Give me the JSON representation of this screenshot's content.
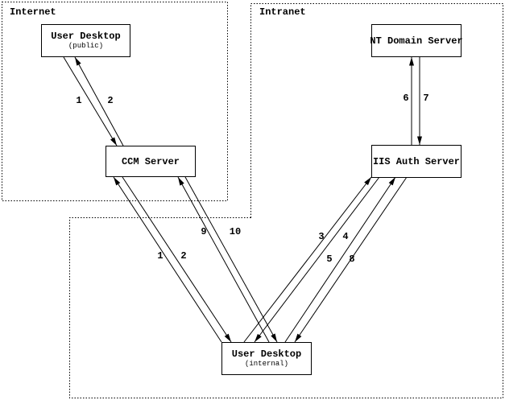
{
  "zones": {
    "internet": {
      "label": "Internet"
    },
    "intranet": {
      "label": "Intranet"
    }
  },
  "nodes": {
    "public_desktop": {
      "title": "User Desktop",
      "subtitle": "(public)"
    },
    "ccm": {
      "title": "CCM Server"
    },
    "nt": {
      "title": "NT Domain Server"
    },
    "iis": {
      "title": "IIS Auth Server"
    },
    "internal_desktop": {
      "title": "User Desktop",
      "subtitle": "(internal)"
    }
  },
  "edge_labels": {
    "public_1": "1",
    "public_2": "2",
    "internal_1": "1",
    "internal_2": "2",
    "internal_9": "9",
    "internal_10": "10",
    "iis_3": "3",
    "iis_4": "4",
    "iis_5": "5",
    "iis_8": "8",
    "nt_6": "6",
    "nt_7": "7"
  },
  "colors": {
    "line": "#000000",
    "background": "#ffffff"
  }
}
